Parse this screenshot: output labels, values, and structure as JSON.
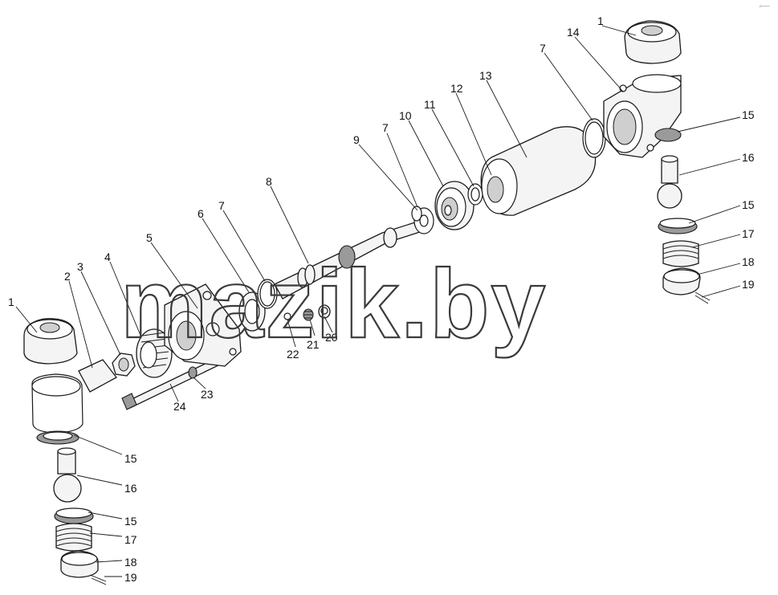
{
  "watermark": "mazik.by",
  "corner_mark": "⌐—",
  "parts": [
    {
      "id": "1a",
      "label": "1",
      "name": "ball-boot-left"
    },
    {
      "id": "1b",
      "label": "1",
      "name": "ball-boot-right"
    },
    {
      "id": "2",
      "label": "2",
      "name": "tie-rod-end-left"
    },
    {
      "id": "3",
      "label": "3",
      "name": "nut"
    },
    {
      "id": "4",
      "label": "4",
      "name": "threaded-bushing"
    },
    {
      "id": "5",
      "label": "5",
      "name": "cylinder-head"
    },
    {
      "id": "6",
      "label": "6",
      "name": "seal-ring"
    },
    {
      "id": "7a",
      "label": "7",
      "name": "o-ring-a"
    },
    {
      "id": "7b",
      "label": "7",
      "name": "o-ring-b"
    },
    {
      "id": "7c",
      "label": "7",
      "name": "o-ring-c"
    },
    {
      "id": "8",
      "label": "8",
      "name": "piston-rod"
    },
    {
      "id": "9",
      "label": "9",
      "name": "washer"
    },
    {
      "id": "10",
      "label": "10",
      "name": "piston"
    },
    {
      "id": "11",
      "label": "11",
      "name": "piston-ring"
    },
    {
      "id": "12",
      "label": "12",
      "name": "rod-nut"
    },
    {
      "id": "13",
      "label": "13",
      "name": "cylinder-tube"
    },
    {
      "id": "14",
      "label": "14",
      "name": "rear-cover"
    },
    {
      "id": "15a",
      "label": "15",
      "name": "liner-left-upper"
    },
    {
      "id": "15b",
      "label": "15",
      "name": "liner-left-lower"
    },
    {
      "id": "15c",
      "label": "15",
      "name": "liner-right-upper"
    },
    {
      "id": "15d",
      "label": "15",
      "name": "liner-right-lower"
    },
    {
      "id": "16a",
      "label": "16",
      "name": "ball-pin-left"
    },
    {
      "id": "16b",
      "label": "16",
      "name": "ball-pin-right"
    },
    {
      "id": "17a",
      "label": "17",
      "name": "spring-left"
    },
    {
      "id": "17b",
      "label": "17",
      "name": "spring-right"
    },
    {
      "id": "18a",
      "label": "18",
      "name": "plug-left"
    },
    {
      "id": "18b",
      "label": "18",
      "name": "plug-right"
    },
    {
      "id": "19a",
      "label": "19",
      "name": "cotter-pin-left"
    },
    {
      "id": "19b",
      "label": "19",
      "name": "cotter-pin-right"
    },
    {
      "id": "20",
      "label": "20",
      "name": "breather-plug"
    },
    {
      "id": "21",
      "label": "21",
      "name": "grease-fitting"
    },
    {
      "id": "22",
      "label": "22",
      "name": "ball"
    },
    {
      "id": "23",
      "label": "23",
      "name": "spring-washer"
    },
    {
      "id": "24",
      "label": "24",
      "name": "tie-bolt"
    }
  ]
}
